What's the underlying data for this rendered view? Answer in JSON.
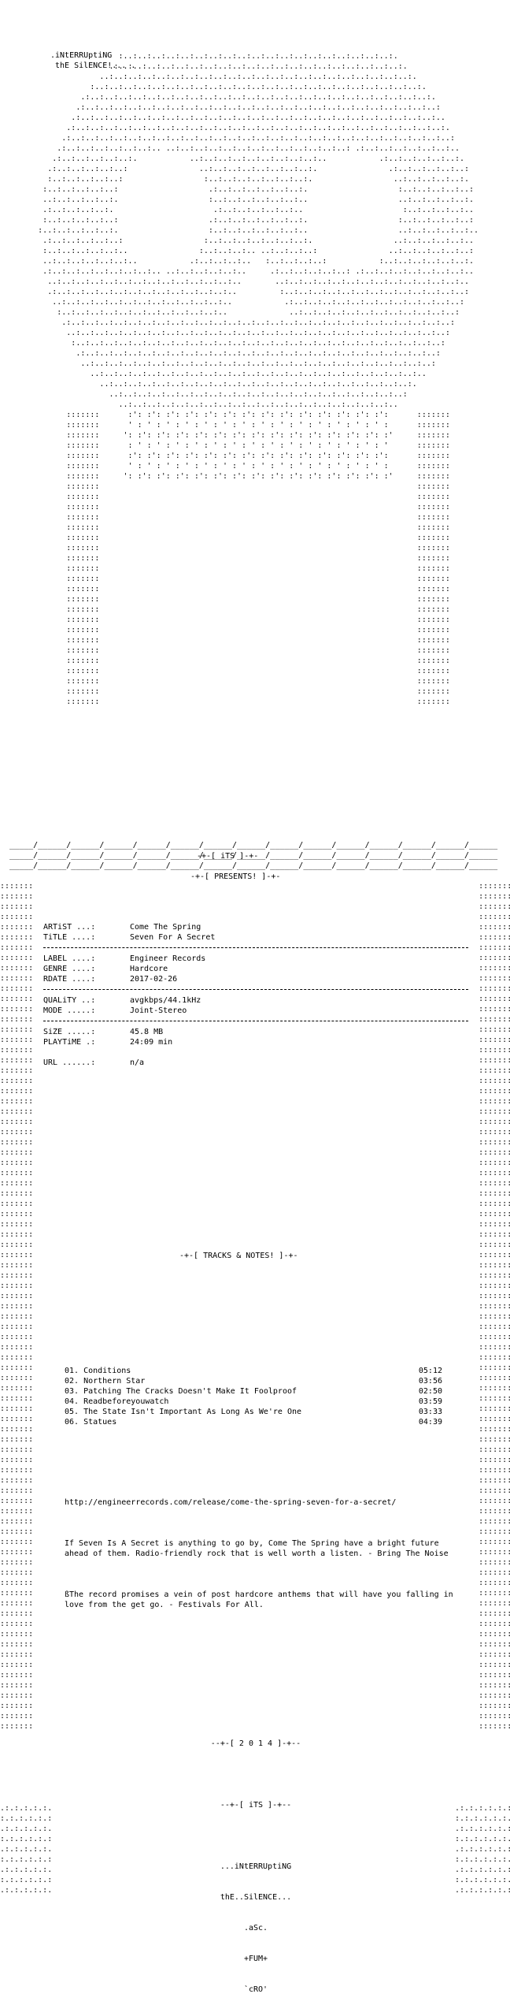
{
  "header": {
    "group_line1": ".iNtERRUptiNG",
    "group_line2": "thE SilENCE!... ."
  },
  "presents": {
    "its_label": "-+-[ iTS ]-+-",
    "presents_label": "-+-[ PRESENTS! ]-+-"
  },
  "release_info": {
    "artist_key": "ARTiST ...:",
    "artist_val": "Come The Spring",
    "title_key": "TiTLE ....:",
    "title_val": "Seven For A Secret",
    "label_key": "LABEL ....:",
    "label_val": "Engineer Records",
    "genre_key": "GENRE ....:",
    "genre_val": "Hardcore",
    "rdate_key": "RDATE ....:",
    "rdate_val": "2017-02-26",
    "quality_key": "QUALiTY ..:",
    "quality_val": "avgkbps/44.1kHz",
    "mode_key": "MODE .....:",
    "mode_val": "Joint-Stereo",
    "size_key": "SiZE .....:",
    "size_val": "45.8 MB",
    "playtime_key": "PLAYTiME .:",
    "playtime_val": "24:09 min",
    "url_key": "URL ......:",
    "url_val": "n/a"
  },
  "tracks_header": "-+-[ TRACKS & NOTES! ]-+-",
  "tracks": [
    {
      "num": "01.",
      "title": "Conditions",
      "time": "05:12"
    },
    {
      "num": "02.",
      "title": "Northern Star",
      "time": "03:56"
    },
    {
      "num": "03.",
      "title": "Patching The Cracks Doesn't Make It Foolproof",
      "time": "02:50"
    },
    {
      "num": "04.",
      "title": "Readbeforeyouwatch",
      "time": "03:59"
    },
    {
      "num": "05.",
      "title": "The State Isn't Important As Long As We're One",
      "time": "03:33"
    },
    {
      "num": "06.",
      "title": "Statues",
      "time": "04:39"
    }
  ],
  "notes": {
    "url": "http://engineerrecords.com/release/come-the-spring-seven-for-a-secret/",
    "para1": "If Seven Is A Secret is anything to go by, Come The Spring have a bright future ahead of them. Radio-friendly rock that is well worth a listen. - Bring The Noise",
    "para2": "ßThe record promises a vein of post hardcore anthems that will have you falling in love from the get go. - Festivals For All."
  },
  "footer": {
    "year_label": "--+-[ 2 0 1 4 ]-+--",
    "its_label": "--+-[ iTS ]-+--",
    "group_line1": "...iNtERRUptiNG",
    "group_line2": "thE..SilENCE...",
    "sig1": ".aSc.",
    "sig2": "+FUM+",
    "sig3": "`cRO'"
  }
}
